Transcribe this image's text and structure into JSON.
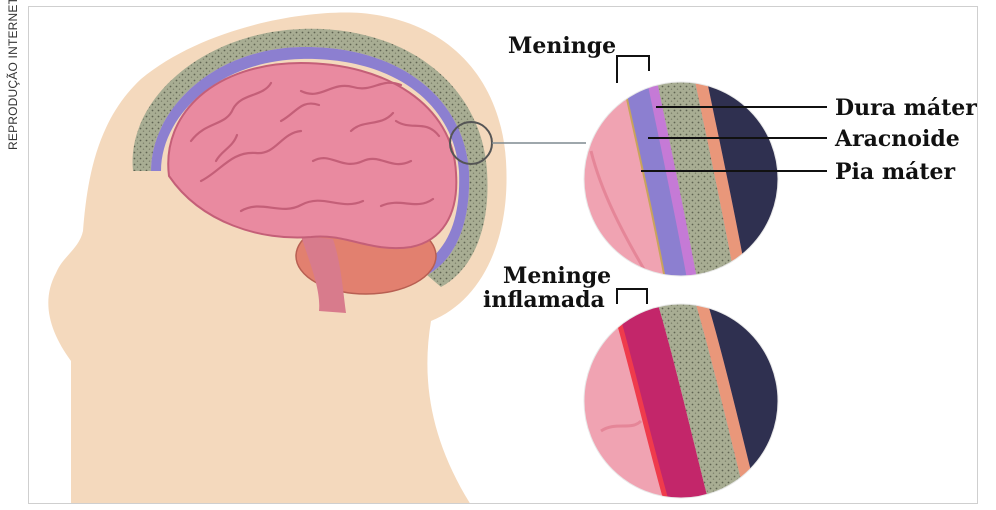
{
  "credit": "REPRODUÇÃO INTERNET",
  "labels": {
    "meninge": "Meninge",
    "dura": "Dura máter",
    "aracnoide": "Aracnoide",
    "pia": "Pia máter",
    "inflamada_1": "Meninge",
    "inflamada_2": "inflamada"
  },
  "colors": {
    "skin": "#f4d9bd",
    "brain": "#e98aa0",
    "cerebellum": "#e2806f",
    "skull": "#a8ad93",
    "dura": "#c57ad6",
    "arachnoid": "#8c7fd0",
    "inflamed": "#c3266a",
    "scalp": "#e9977a",
    "dark_layer": "#2f3050"
  }
}
